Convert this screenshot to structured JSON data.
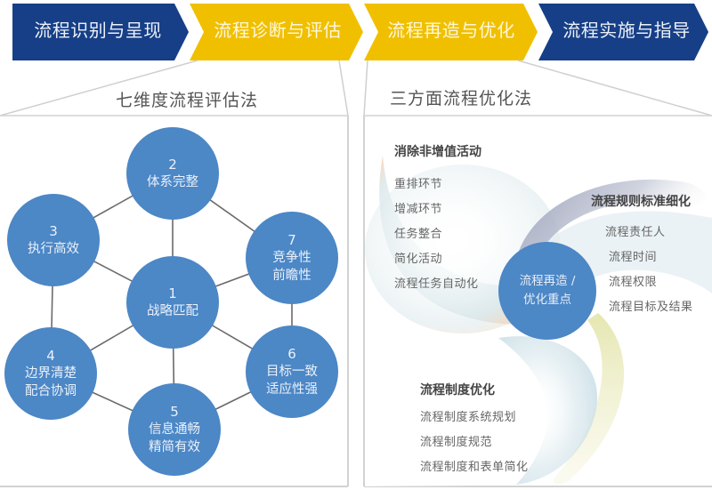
{
  "colors": {
    "blue": "#163f87",
    "yellow": "#f0c000",
    "node_blue": "#4c87c6",
    "panel_border": "#cfcfcf"
  },
  "header": {
    "steps": [
      {
        "label": "流程识别与呈现",
        "color": "blue"
      },
      {
        "label": "流程诊断与评估",
        "color": "yellow"
      },
      {
        "label": "流程再造与优化",
        "color": "yellow"
      },
      {
        "label": "流程实施与指导",
        "color": "blue"
      }
    ]
  },
  "left_panel": {
    "title": "七维度流程评估法",
    "nodes": [
      {
        "num": "1",
        "lines": [
          "战略匹配"
        ]
      },
      {
        "num": "2",
        "lines": [
          "体系完整"
        ]
      },
      {
        "num": "3",
        "lines": [
          "执行高效"
        ]
      },
      {
        "num": "4",
        "lines": [
          "边界清楚",
          "配合协调"
        ]
      },
      {
        "num": "5",
        "lines": [
          "信息通畅",
          "精简有效"
        ]
      },
      {
        "num": "6",
        "lines": [
          "目标一致",
          "适应性强"
        ]
      },
      {
        "num": "7",
        "lines": [
          "竞争性",
          "前瞻性"
        ]
      }
    ]
  },
  "right_panel": {
    "title": "三方面流程优化法",
    "center": {
      "lines": [
        "流程再造 /",
        "优化重点"
      ]
    },
    "groups": [
      {
        "title": "消除非增值活动",
        "items": [
          "重排环节",
          "增减环节",
          "任务整合",
          "简化活动",
          "流程任务自动化"
        ]
      },
      {
        "title": "流程规则标准细化",
        "items": [
          "流程责任人",
          "流程时间",
          "流程权限",
          "流程目标及结果"
        ]
      },
      {
        "title": "流程制度优化",
        "items": [
          "流程制度系统规划",
          "流程制度规范",
          "流程制度和表单简化"
        ]
      }
    ]
  }
}
